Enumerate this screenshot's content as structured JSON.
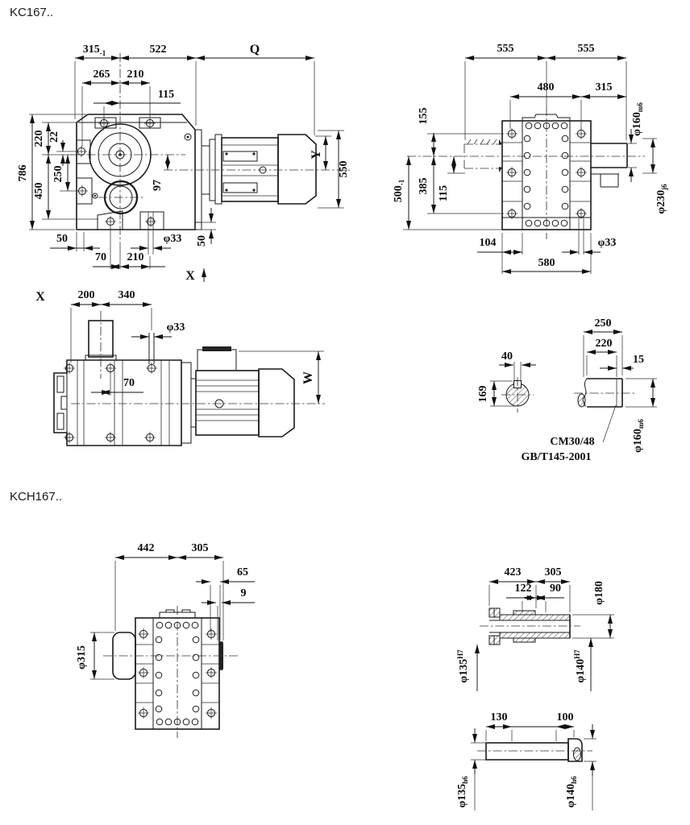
{
  "titles": {
    "kc": "KC167..",
    "kch": "KCH167.."
  },
  "kc_front": {
    "d315": "315",
    "d315_tol": "-1",
    "d522": "522",
    "dQ": "Q",
    "d265": "265",
    "d210_top": "210",
    "d115": "115",
    "d786": "786",
    "d220": "220",
    "d22": "22",
    "d250": "250",
    "d450": "450",
    "d97": "97",
    "d50_left": "50",
    "d70": "70",
    "d210_bottom": "210",
    "dphi33": "φ33",
    "d50_right": "50",
    "dY": "Y",
    "d550": "550",
    "x_marker": "X"
  },
  "kc_side": {
    "d555_l": "555",
    "d555_r": "555",
    "d480": "480",
    "d315": "315",
    "d155": "155",
    "d500": "500",
    "d500_tol": "-1",
    "d385": "385",
    "d115": "115",
    "d104": "104",
    "d580": "580",
    "dphi33": "φ33",
    "dphi160": "φ160",
    "dphi160_fit": "m6",
    "dphi230": "φ230",
    "dphi230_fit": "j6"
  },
  "kc_top": {
    "x_label": "X",
    "d200": "200",
    "d340": "340",
    "dphi33": "φ33",
    "d70": "70",
    "dW": "W"
  },
  "kc_shaft": {
    "d40": "40",
    "d169": "169",
    "d250": "250",
    "d220": "220",
    "d15": "15",
    "dphi160": "φ160",
    "dphi160_fit": "m6",
    "note1": "CM30/48",
    "note2": "GB/T145-2001"
  },
  "kch_front": {
    "d442": "442",
    "d305": "305",
    "d65": "65",
    "d9": "9",
    "dphi315": "φ315"
  },
  "kch_hollow": {
    "d423": "423",
    "d305": "305",
    "d122": "122",
    "d90": "90",
    "dphi180": "φ180",
    "dphi135": "φ135",
    "dphi135_fit": "H7",
    "dphi140": "φ140",
    "dphi140_fit": "H7"
  },
  "kch_solid": {
    "d130": "130",
    "d100": "100",
    "dphi135": "φ135",
    "dphi135_fit": "h6",
    "dphi140": "φ140",
    "dphi140_fit": "h6"
  }
}
